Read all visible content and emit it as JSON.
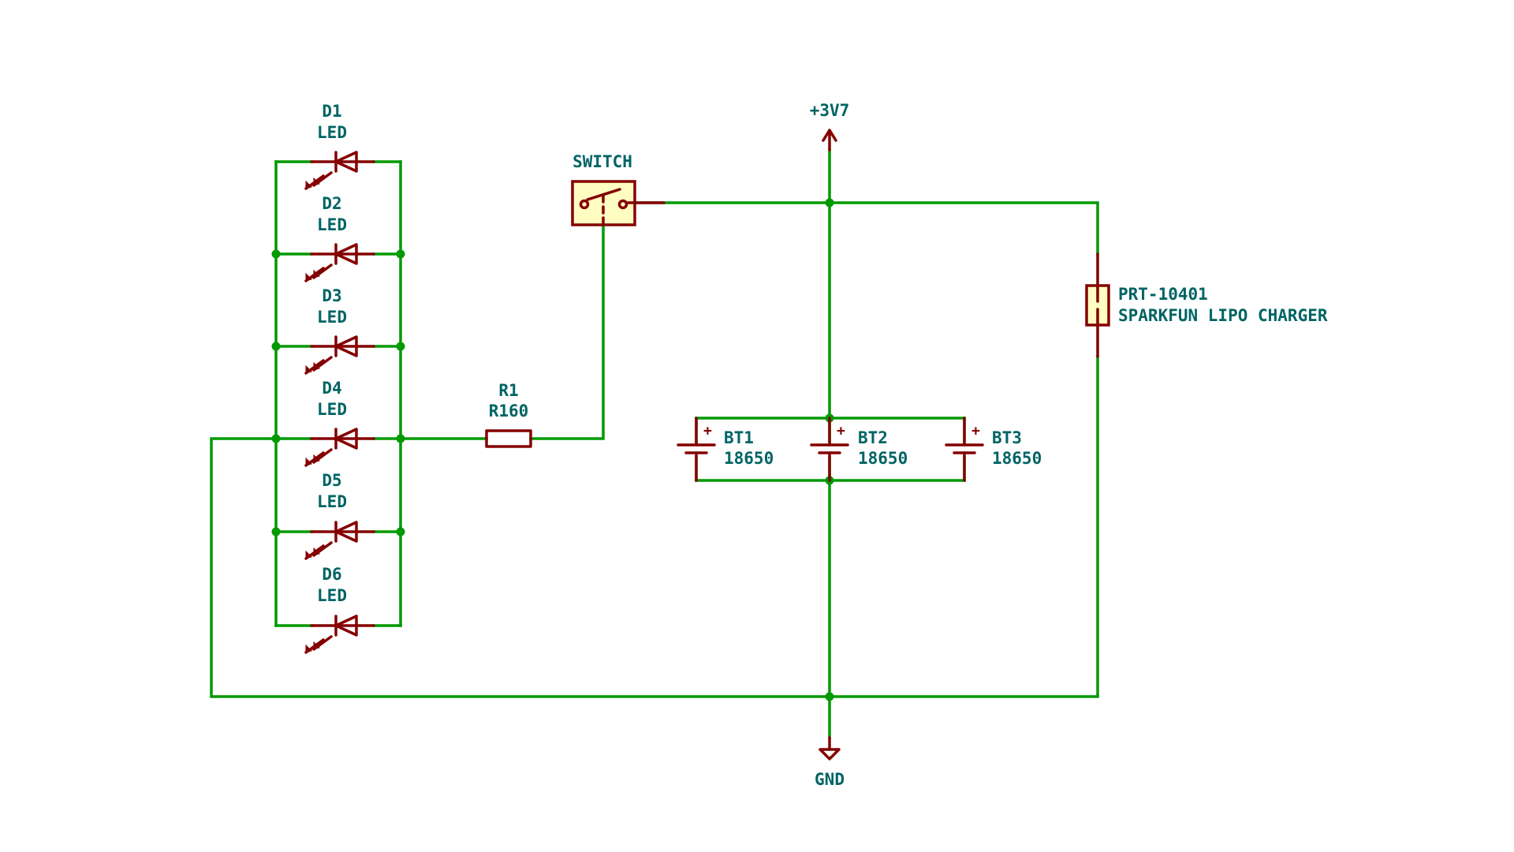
{
  "diagram": {
    "power": {
      "vcc_label": "+3V7",
      "gnd_label": "GND"
    },
    "switch": {
      "label": "SWITCH"
    },
    "resistor": {
      "ref": "R1",
      "value": "R160"
    },
    "charger": {
      "ref": "PRT-10401",
      "value": "SPARKFUN LIPO CHARGER"
    },
    "leds": [
      {
        "ref": "D1",
        "value": "LED"
      },
      {
        "ref": "D2",
        "value": "LED"
      },
      {
        "ref": "D3",
        "value": "LED"
      },
      {
        "ref": "D4",
        "value": "LED"
      },
      {
        "ref": "D5",
        "value": "LED"
      },
      {
        "ref": "D6",
        "value": "LED"
      }
    ],
    "batteries": [
      {
        "ref": "BT1",
        "value": "18650",
        "plus": "+"
      },
      {
        "ref": "BT2",
        "value": "18650",
        "plus": "+"
      },
      {
        "ref": "BT3",
        "value": "18650",
        "plus": "+"
      }
    ],
    "colors": {
      "wire": "#009900",
      "symbol": "#840000",
      "symbol_fill": "#fffdc2",
      "text": "#006464"
    }
  }
}
